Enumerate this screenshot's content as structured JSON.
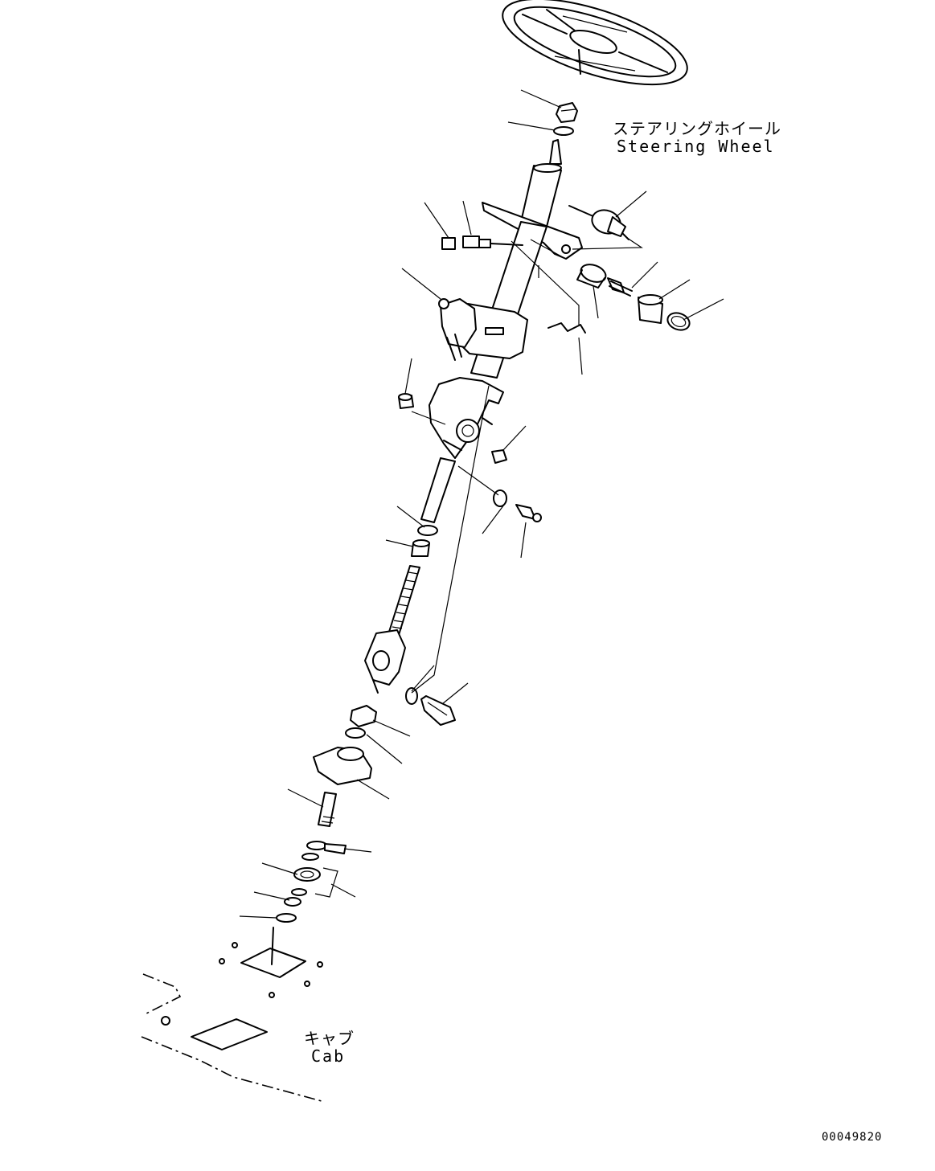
{
  "labels": {
    "steering_wheel_jp": "ステアリングホイール",
    "steering_wheel_en": "Steering Wheel",
    "cab_jp": "キャブ",
    "cab_en": "Cab"
  },
  "document_number": "00049820"
}
